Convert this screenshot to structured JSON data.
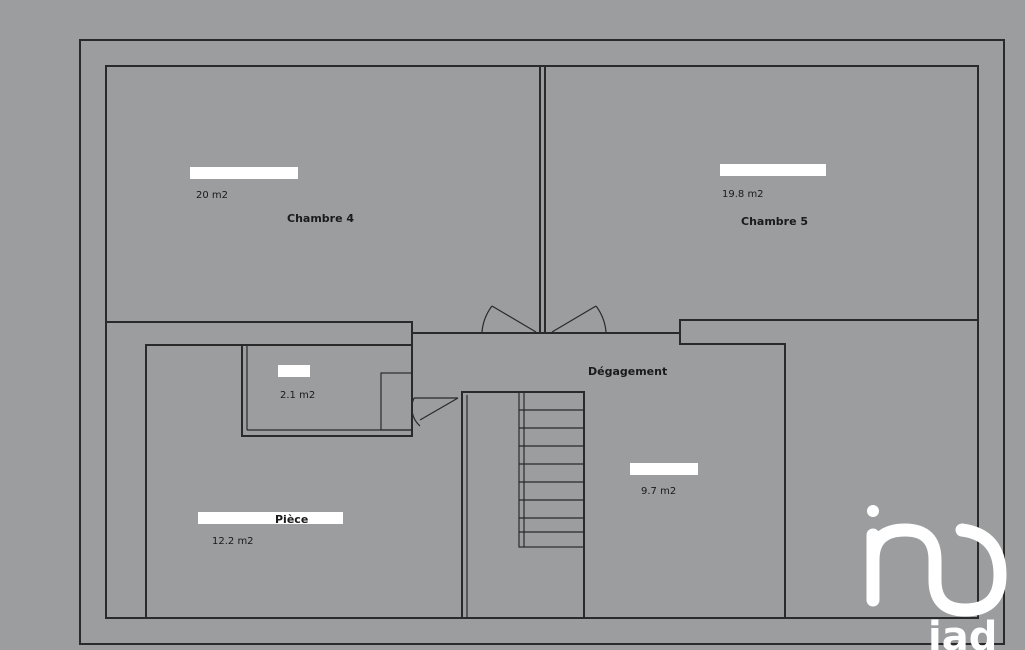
{
  "floor_plan": {
    "rooms": [
      {
        "id": "chambre-4",
        "name": "Chambre 4",
        "area": "20 m2"
      },
      {
        "id": "chambre-5",
        "name": "Chambre 5",
        "area": "19.8 m2"
      },
      {
        "id": "small-room",
        "name": "",
        "area": "2.1 m2"
      },
      {
        "id": "piece",
        "name": "Pièce",
        "area": "12.2 m2"
      },
      {
        "id": "degagement",
        "name": "Dégagement",
        "area": ""
      },
      {
        "id": "stair-room",
        "name": "",
        "area": "9.7 m2"
      }
    ]
  },
  "watermark": {
    "logo_text": "iad",
    "color": "#ffffff"
  },
  "colors": {
    "page_bg": "#9c9d9f",
    "wall": "#2a2a2a",
    "text": "#1a1a1a"
  }
}
